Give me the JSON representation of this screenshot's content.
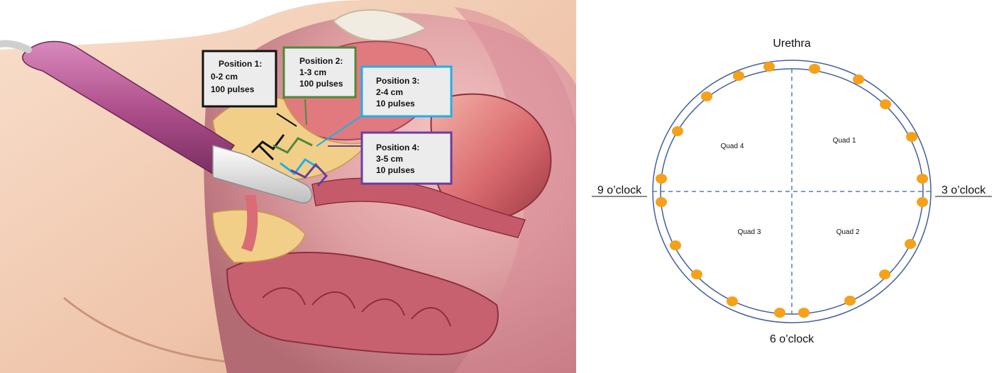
{
  "callouts": [
    {
      "title": "Position 1:",
      "depth": "0-2 cm",
      "pulses": "100 pulses",
      "color": "#111111"
    },
    {
      "title": "Position 2:",
      "depth": "1-3 cm",
      "pulses": "100 pulses",
      "color": "#4e8a38"
    },
    {
      "title": "Position 3:",
      "depth": "2-4 cm",
      "pulses": "10 pulses",
      "color": "#1fb0e8"
    },
    {
      "title": "Position 4:",
      "depth": "3-5 cm",
      "pulses": "10 pulses",
      "color": "#6a3ea1"
    }
  ],
  "clock": {
    "top": "Urethra",
    "left": "9 o’clock",
    "right": "3 o’clock",
    "bottom": "6 o’clock"
  },
  "quadrants": {
    "q1": "Quad 1",
    "q2": "Quad 2",
    "q3": "Quad 3",
    "q4": "Quad 4"
  },
  "colors": {
    "ring": "#44609a",
    "dashed_axis": "#5b78b5",
    "dot": "#f5a11a",
    "probe": "#b2508d",
    "tissue_pink": "#e5aeb0",
    "skin": "#eec8b0"
  }
}
